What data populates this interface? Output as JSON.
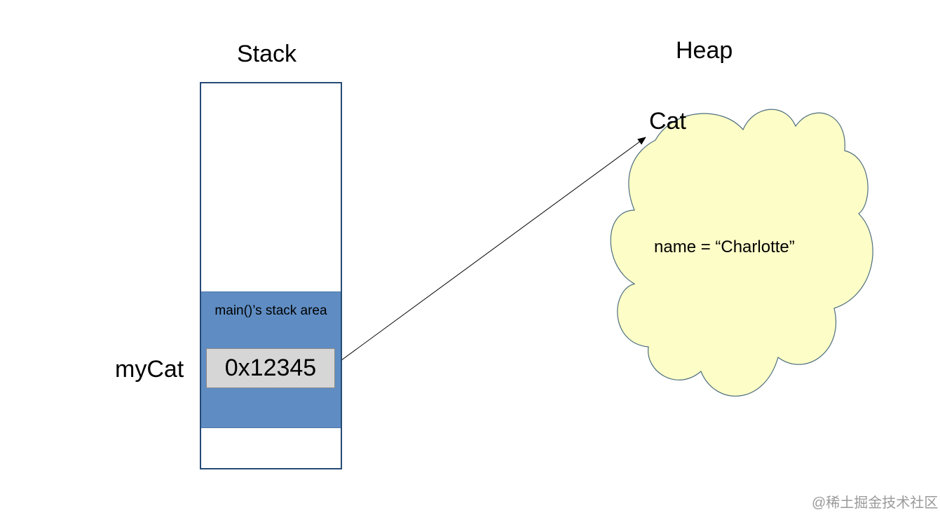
{
  "diagram": {
    "stack_title": "Stack",
    "heap_title": "Heap",
    "stack": {
      "frame_label": "main()’s stack area",
      "variable_name": "myCat",
      "variable_value": "0x12345"
    },
    "heap": {
      "object_type": "Cat",
      "field": "name = “Charlotte”"
    },
    "colors": {
      "stack_frame": "#5f8dc3",
      "stack_border": "#254a75",
      "address_cell": "#d6d6d6",
      "heap_object_fill": "#fdfdc7",
      "heap_object_stroke": "#4d6e7e"
    }
  },
  "watermark": "@稀土掘金技术社区"
}
